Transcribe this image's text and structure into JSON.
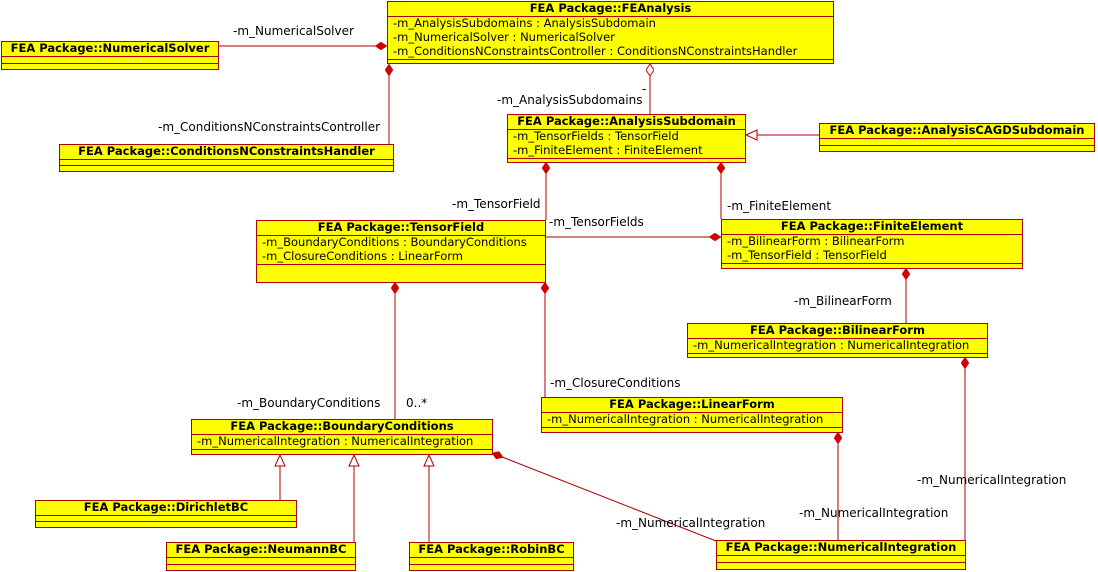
{
  "classes": {
    "fea_analysis": {
      "name": "FEA Package::FEAnalysis",
      "attrs": [
        "-m_AnalysisSubdomains : AnalysisSubdomain",
        "-m_NumericalSolver : NumericalSolver",
        "-m_ConditionsNConstraintsController : ConditionsNConstraintsHandler"
      ]
    },
    "numerical_solver": {
      "name": "FEA Package::NumericalSolver"
    },
    "conditions_handler": {
      "name": "FEA Package::ConditionsNConstraintsHandler"
    },
    "analysis_subdomain": {
      "name": "FEA Package::AnalysisSubdomain",
      "attrs": [
        "-m_TensorFields : TensorField",
        "-m_FiniteElement : FiniteElement"
      ]
    },
    "cagd_subdomain": {
      "name": "FEA Package::AnalysisCAGDSubdomain"
    },
    "tensor_field": {
      "name": "FEA Package::TensorField",
      "attrs": [
        "-m_BoundaryConditions : BoundaryConditions",
        "-m_ClosureConditions : LinearForm"
      ]
    },
    "finite_element": {
      "name": "FEA Package::FiniteElement",
      "attrs": [
        "-m_BilinearForm : BilinearForm",
        "-m_TensorField : TensorField"
      ]
    },
    "bilinear_form": {
      "name": "FEA Package::BilinearForm",
      "attrs": [
        "-m_NumericalIntegration : NumericalIntegration"
      ]
    },
    "linear_form": {
      "name": "FEA Package::LinearForm",
      "attrs": [
        "-m_NumericalIntegration : NumericalIntegration"
      ]
    },
    "boundary_conditions": {
      "name": "FEA Package::BoundaryConditions",
      "attrs": [
        "-m_NumericalIntegration : NumericalIntegration"
      ]
    },
    "dirichlet": {
      "name": "FEA Package::DirichletBC"
    },
    "neumann": {
      "name": "FEA Package::NeumannBC"
    },
    "robin": {
      "name": "FEA Package::RobinBC"
    },
    "numerical_integration": {
      "name": "FEA Package::NumericalIntegration"
    }
  },
  "labels": {
    "numerical_solver": "-m_NumericalSolver",
    "analysis_subdomains": "-m_AnalysisSubdomains",
    "analysis_subdomains_mult": "-",
    "conditions_controller": "-m_ConditionsNConstraintsController",
    "tensor_field": "-m_TensorField",
    "tensor_fields": "-m_TensorFields",
    "finite_element": "-m_FiniteElement",
    "bilinear_form": "-m_BilinearForm",
    "closure_conditions": "-m_ClosureConditions",
    "boundary_conditions": "-m_BoundaryConditions",
    "boundary_conditions_mult": "0..*",
    "numint_bilinear": "-m_NumericalIntegration",
    "numint_linear": "-m_NumericalIntegration",
    "numint_boundary": "-m_NumericalIntegration"
  },
  "colors": {
    "class_fill": "#ffff00",
    "line": "#b00000"
  }
}
